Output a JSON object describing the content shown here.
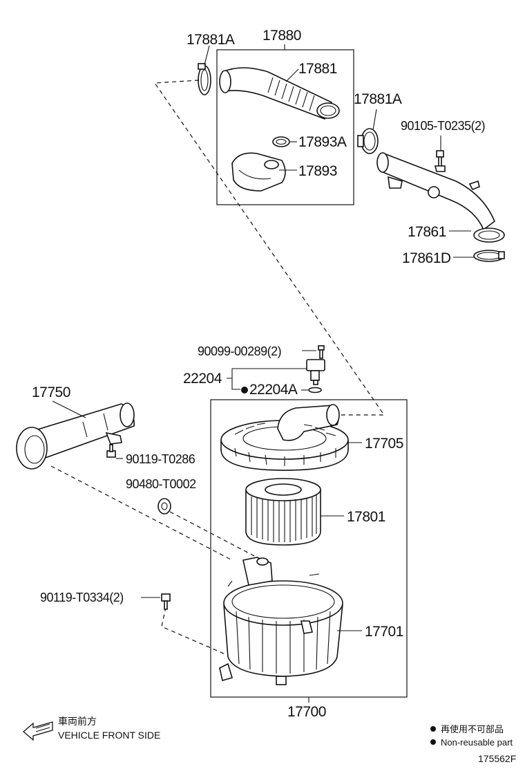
{
  "labels": {
    "p17881A_left": "17881A",
    "p17880": "17880",
    "p17881": "17881",
    "p17893A": "17893A",
    "p17893": "17893",
    "p17881A_right": "17881A",
    "p90105": "90105-T0235(2)",
    "p17861": "17861",
    "p17861D": "17861D",
    "p90099": "90099-00289(2)",
    "p22204": "22204",
    "p22204A": "22204A",
    "p17750": "17750",
    "p90119_T0286": "90119-T0286",
    "p90480": "90480-T0002",
    "p17705": "17705",
    "p17801": "17801",
    "p90119_T0334": "90119-T0334(2)",
    "p17701": "17701",
    "p17700": "17700"
  },
  "legend": {
    "direction_jp": "車両前方",
    "direction_en": "VEHICLE FRONT SIDE",
    "nonreusable_jp": "再使用不可部品",
    "nonreusable_en": "Non-reusable part"
  },
  "figure_code": "175562F",
  "colors": {
    "ink": "#111111",
    "background": "#ffffff"
  },
  "icons": [
    "front-arrow-icon",
    "non-reusable-dot-icon"
  ]
}
